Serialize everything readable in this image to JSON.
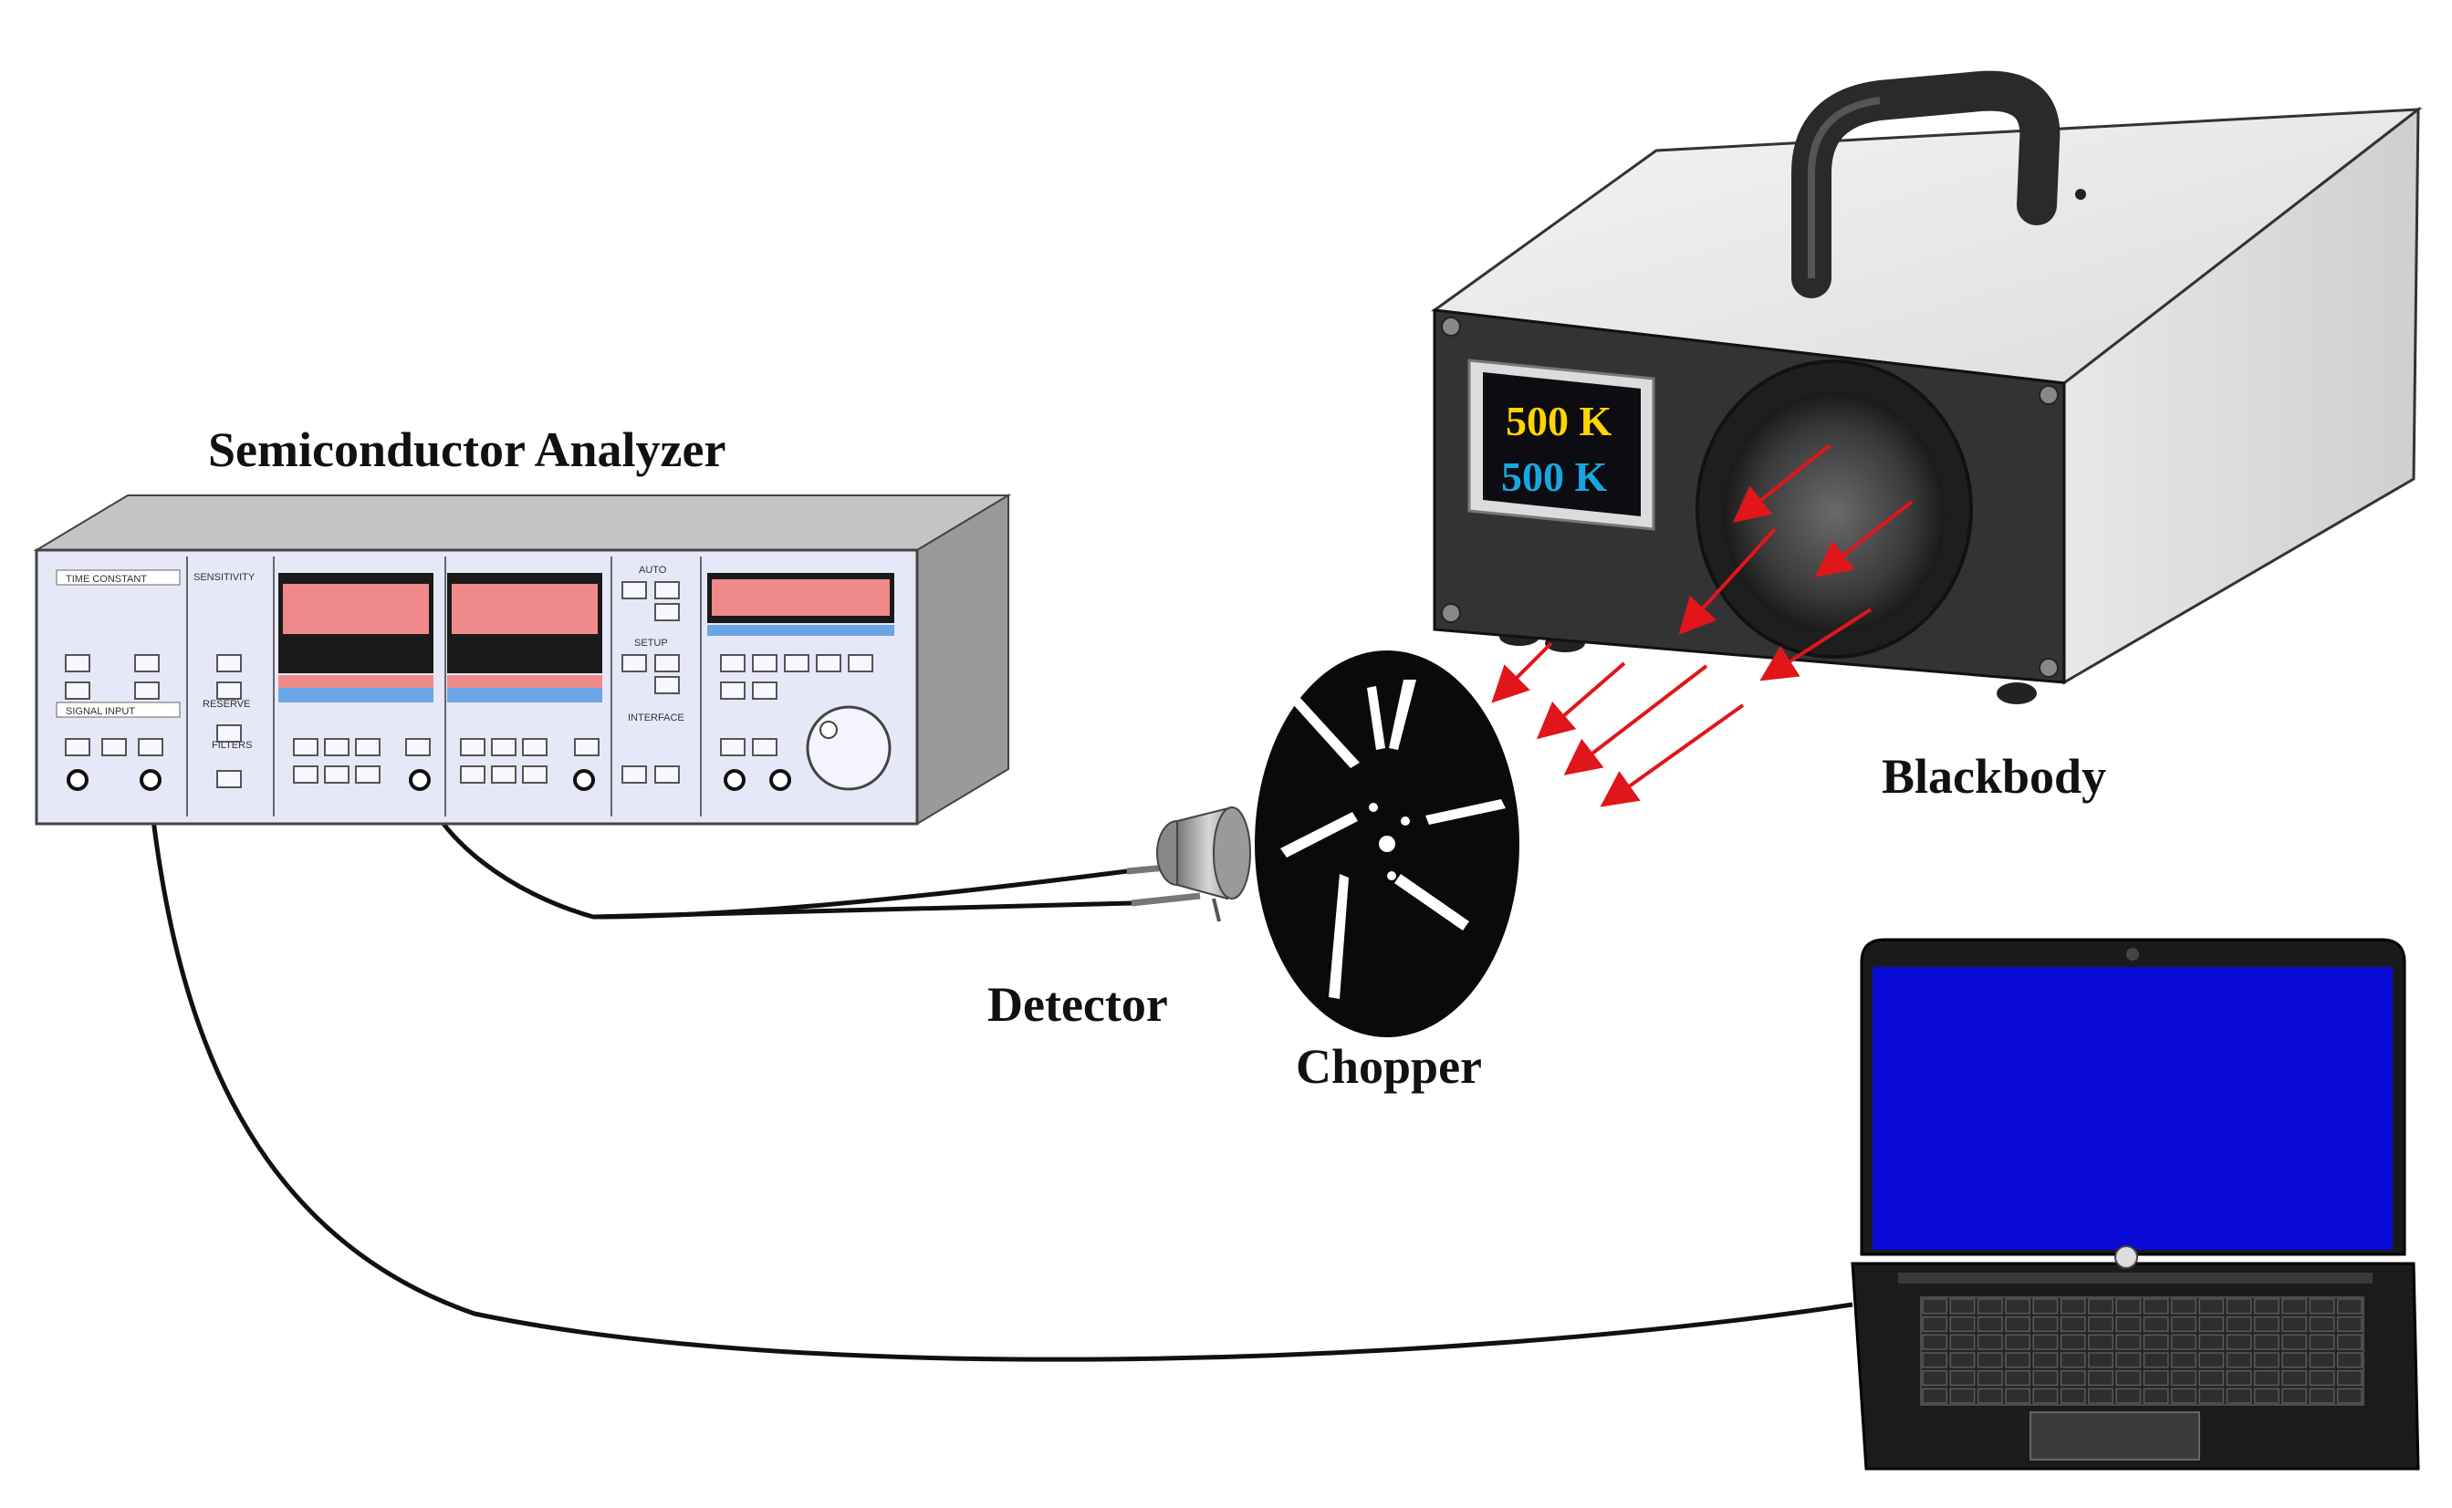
{
  "labels": {
    "semiconductor_analyzer": "Semiconductor Analyzer",
    "blackbody": "Blackbody",
    "detector": "Detector",
    "chopper": "Chopper"
  },
  "blackbody_display": {
    "line1": "500 K",
    "line2": "500 K",
    "line1_color": "#ffd400",
    "line2_color": "#18a8e0"
  },
  "analyzer_panel": {
    "time_constant": "TIME CONSTANT",
    "sensitivity": "SENSITIVITY",
    "reserve": "RESERVE",
    "filters": "FILTERS",
    "signal_input": "SIGNAL INPUT",
    "auto": "AUTO",
    "setup": "SETUP",
    "interface": "INTERFACE"
  },
  "colors": {
    "laptop_screen": "#0a0ad6",
    "radiation_arrows": "#e0161a",
    "display_red": "#f08a8a",
    "display_blue": "#6aa6e6"
  }
}
